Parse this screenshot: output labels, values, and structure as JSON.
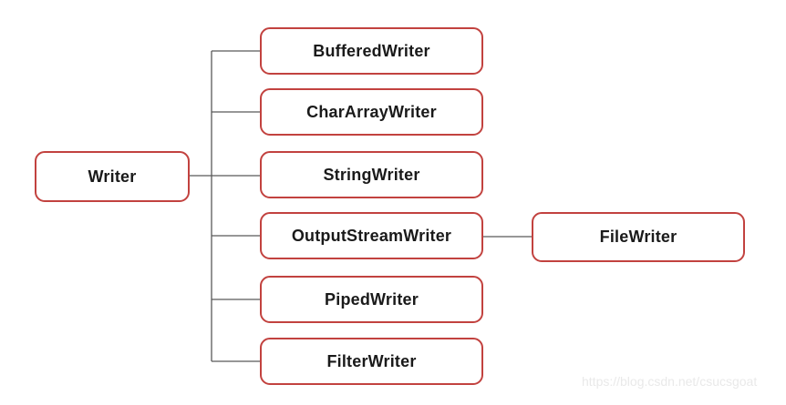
{
  "diagram": {
    "kind": "class-hierarchy",
    "nodes": {
      "writer": {
        "label": "Writer"
      },
      "buffered_writer": {
        "label": "BufferedWriter"
      },
      "char_array_writer": {
        "label": "CharArrayWriter"
      },
      "string_writer": {
        "label": "StringWriter"
      },
      "output_stream_writer": {
        "label": "OutputStreamWriter"
      },
      "piped_writer": {
        "label": "PipedWriter"
      },
      "filter_writer": {
        "label": "FilterWriter"
      },
      "file_writer": {
        "label": "FileWriter"
      }
    },
    "edges": [
      {
        "from": "Writer",
        "to": "BufferedWriter"
      },
      {
        "from": "Writer",
        "to": "CharArrayWriter"
      },
      {
        "from": "Writer",
        "to": "StringWriter"
      },
      {
        "from": "Writer",
        "to": "OutputStreamWriter"
      },
      {
        "from": "Writer",
        "to": "PipedWriter"
      },
      {
        "from": "Writer",
        "to": "FilterWriter"
      },
      {
        "from": "OutputStreamWriter",
        "to": "FileWriter"
      }
    ]
  },
  "watermark": {
    "text": "https://blog.csdn.net/csucsgoat"
  },
  "colors": {
    "node_border": "#c2423f",
    "node_fill": "#ffffff",
    "connector": "#595959",
    "label_text": "#1a1a1a",
    "watermark_text": "#e9e9e9",
    "background": "#ffffff"
  }
}
